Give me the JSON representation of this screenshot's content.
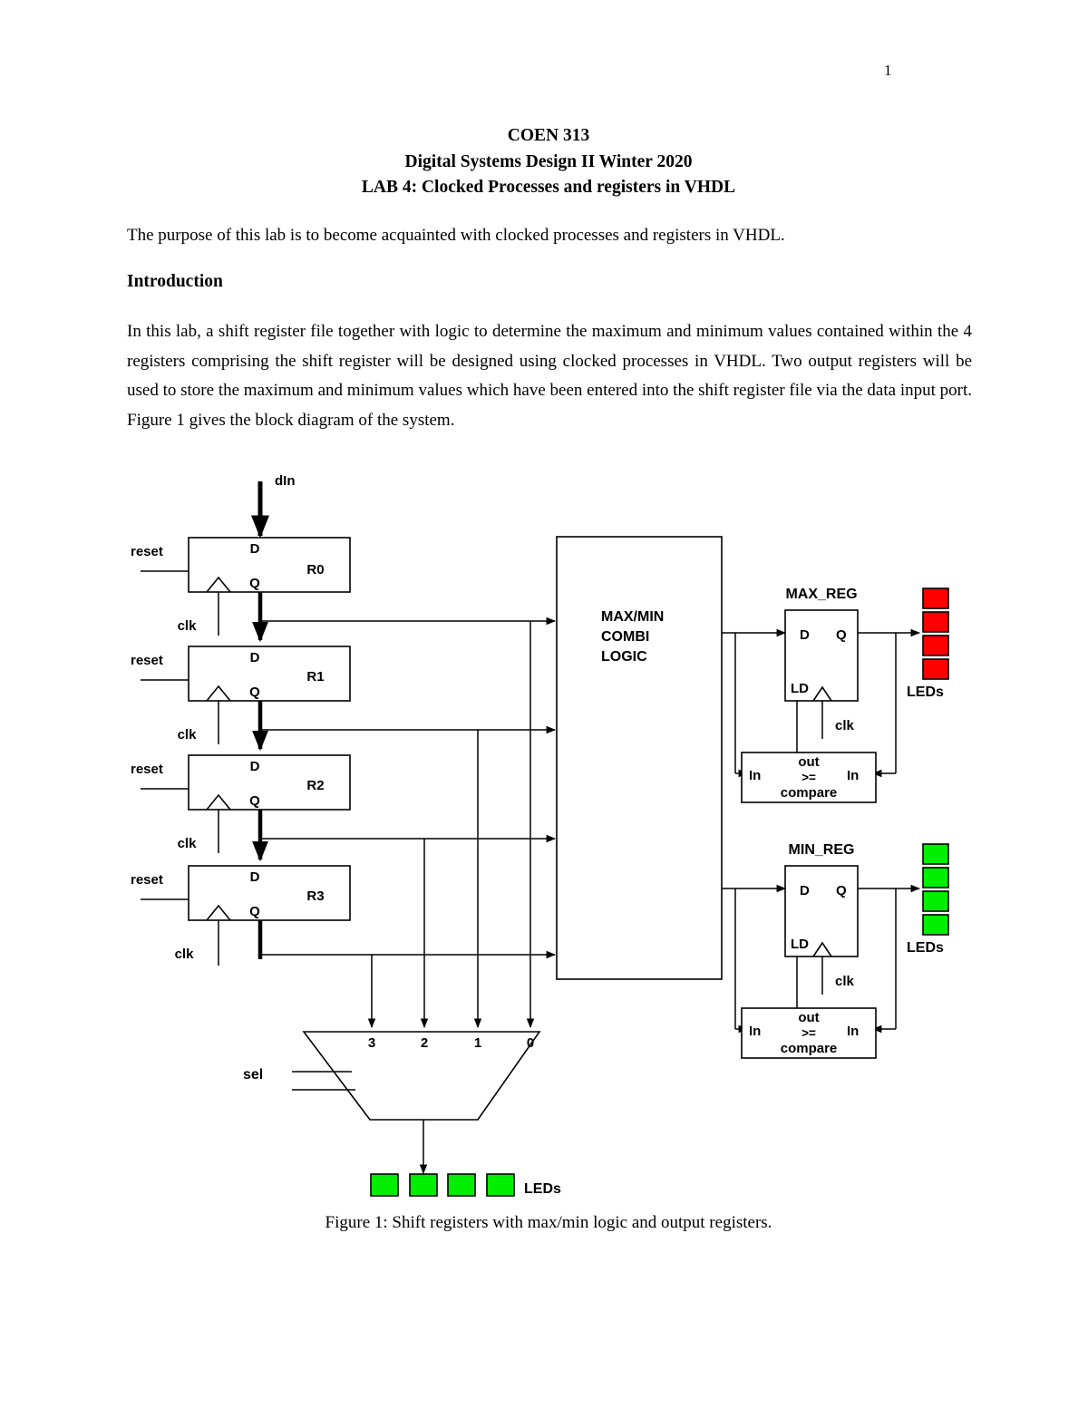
{
  "document": {
    "page_number": "1",
    "title_lines": [
      "COEN 313",
      "Digital Systems Design II Winter 2020",
      "LAB 4: Clocked Processes and registers in VHDL"
    ],
    "lead_paragraph": "The purpose of this lab is to become acquainted with clocked processes and registers in VHDL.",
    "section_heading": "Introduction",
    "body_paragraph": "In this lab, a  shift register file together with logic to determine the maximum and minimum values contained within the 4 registers comprising the shift register will be designed using clocked processes in VHDL.   Two output registers will be used to store the maximum and minimum values which have been entered into the shift register file via the data input port. Figure 1 gives the block diagram of the system.",
    "figure_caption": "Figure 1: Shift registers with max/min logic and output registers."
  },
  "figure": {
    "input_label": "dIn",
    "registers": [
      {
        "name": "R0",
        "d": "D",
        "q": "Q",
        "reset": "reset",
        "clk": "clk"
      },
      {
        "name": "R1",
        "d": "D",
        "q": "Q",
        "reset": "reset",
        "clk": "clk"
      },
      {
        "name": "R2",
        "d": "D",
        "q": "Q",
        "reset": "reset",
        "clk": "clk"
      },
      {
        "name": "R3",
        "d": "D",
        "q": "Q",
        "reset": "reset",
        "clk": "clk"
      }
    ],
    "combi_block": {
      "line1": "MAX/MIN",
      "line2": "COMBI",
      "line3": "LOGIC"
    },
    "max_reg": {
      "title": "MAX_REG",
      "d": "D",
      "q": "Q",
      "ld": "LD",
      "clk": "clk",
      "leds_label": "LEDs",
      "led_color": "#ff0000",
      "led_count": 4,
      "compare": {
        "out": "out",
        "in_left": "In",
        "in_right": "In",
        "op": ">=",
        "name": "compare"
      }
    },
    "min_reg": {
      "title": "MIN_REG",
      "d": "D",
      "q": "Q",
      "ld": "LD",
      "clk": "clk",
      "leds_label": "LEDs",
      "led_color": "#00ee00",
      "led_count": 4,
      "compare": {
        "out": "out",
        "in_left": "In",
        "in_right": "In",
        "op": ">=",
        "name": "compare"
      }
    },
    "mux": {
      "inputs": [
        "3",
        "2",
        "1",
        "0"
      ],
      "sel_label": "sel",
      "leds_label": "LEDs",
      "led_color": "#00ee00",
      "led_count": 4
    }
  }
}
